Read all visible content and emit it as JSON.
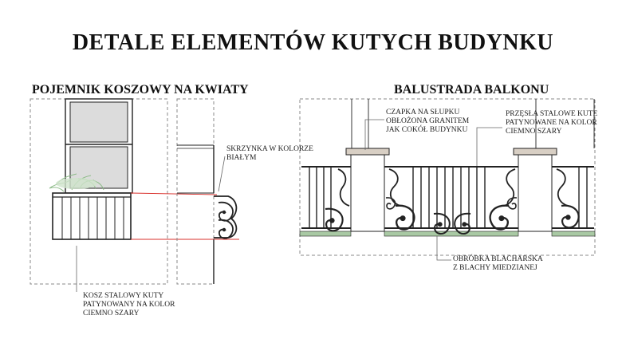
{
  "title": "DETALE  ELEMENTÓW KUTYCH BUDYNKU",
  "left_section": {
    "heading": "POJEMNIK KOSZOWY NA KWIATY",
    "labels": {
      "box": "SKRZYNKA W KOLORZE\nBIAŁYM",
      "basket": "KOSZ STALOWY KUTY\nPATYNOWANY NA KOLOR\nCIEMNO SZARY"
    }
  },
  "right_section": {
    "heading": "BALUSTRADA BALKONU",
    "labels": {
      "cap": "CZAPKA NA SŁUPKU\nOBŁOŻONA GRANITEM\nJAK COKÓŁ BUDYNKU",
      "span": "PRZĘSŁA STALOWE KUTE\nPATYNOWANE NA KOLOR\nCIEMNO SZARY",
      "flashing": "OBRÓBKA BLACHARSKA\nZ BLACHY MIEDZIANEJ"
    }
  },
  "colors": {
    "ink": "#222222",
    "dashed": "#888888",
    "red_line": "#d9302c",
    "copper_flashing": "#a9c9a4",
    "granite_cap": "#d8cfc4",
    "window_glass": "#dcdcdc",
    "plant": "#9fc79a"
  }
}
